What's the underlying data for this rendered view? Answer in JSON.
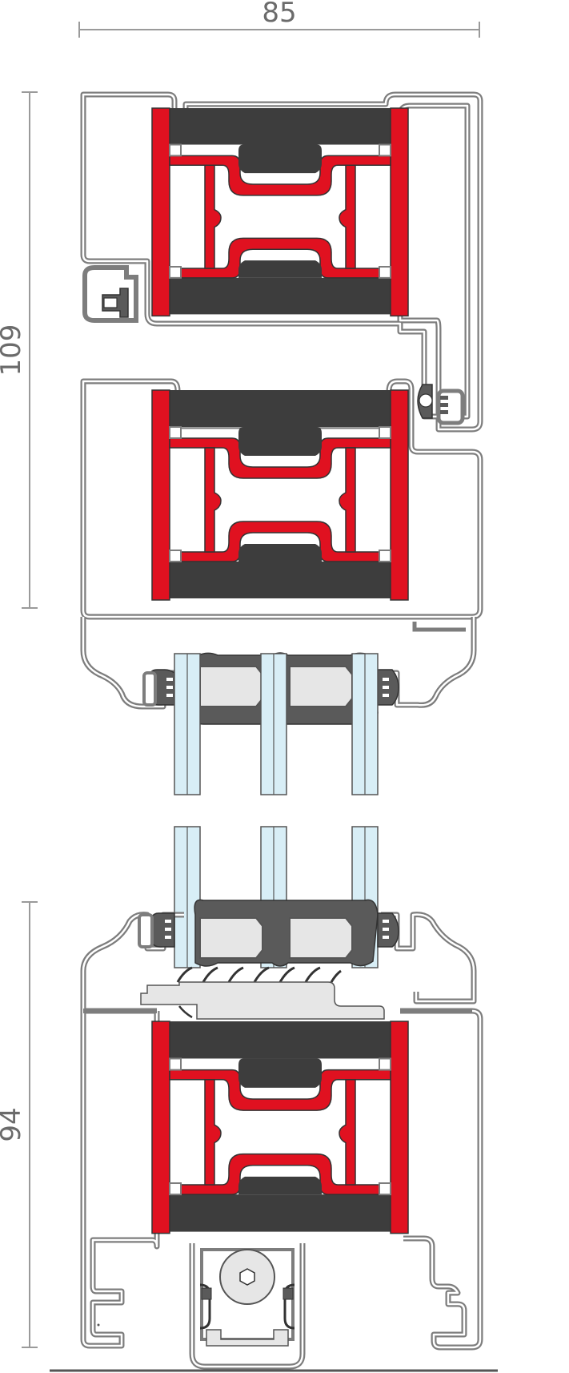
{
  "dimensions": {
    "width_label": "85",
    "upper_height_label": "109",
    "lower_height_label": "94"
  },
  "colors": {
    "aluminium_outline": "#7d7d7d",
    "aluminium_fill": "#ffffff",
    "aluminium_wall": "#c9c9c9",
    "thermal_break": "#e01120",
    "insulation": "#3d3d3d",
    "glass": "#d8eef6",
    "gasket": "#5a5a5a",
    "spacer": "#e6e6e6",
    "dimension_line": "#9a9a9a",
    "floor_line": "#555555"
  }
}
